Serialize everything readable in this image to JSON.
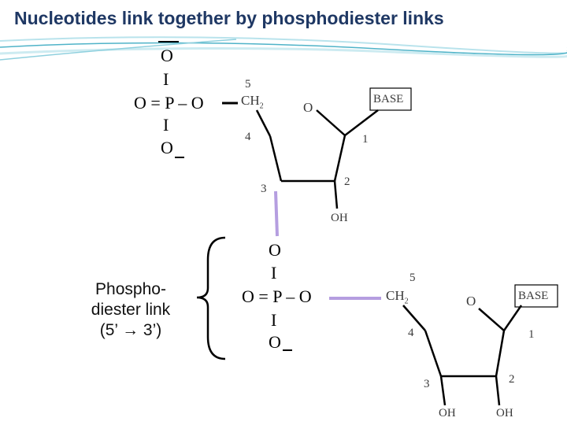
{
  "title": "Nucleotides link together by phosphodiester links",
  "phosphate_top": {
    "o_top": "O",
    "bar_top": "I",
    "row": "O = P – O",
    "bar_bottom": "I",
    "o_bottom": "O"
  },
  "sugar_top": {
    "c5": "5",
    "ch2": "CH",
    "ch2_sub": "2",
    "ring_o": "O",
    "base": "BASE",
    "c4": "4",
    "c1": "1",
    "c3": "3",
    "c2": "2",
    "oh": "OH"
  },
  "phosphate_bottom": {
    "o_top": "O",
    "bar_top": "I",
    "row": "O = P – O",
    "bar_bottom": "I",
    "o_bottom": "O"
  },
  "sugar_bottom": {
    "c5": "5",
    "ch2": "CH",
    "ch2_sub": "2",
    "ring_o": "O",
    "base": "BASE",
    "c4": "4",
    "c1": "1",
    "c3": "3",
    "c2": "2",
    "oh3": "OH",
    "oh2": "OH"
  },
  "side_label": {
    "line1": "Phospho-",
    "line2": "diester link",
    "line3": "(5’ → 3’)"
  },
  "colors": {
    "title": "#1f3864",
    "bond_purple": "#b59ee0",
    "decor_teal": "#4fb3c8"
  }
}
